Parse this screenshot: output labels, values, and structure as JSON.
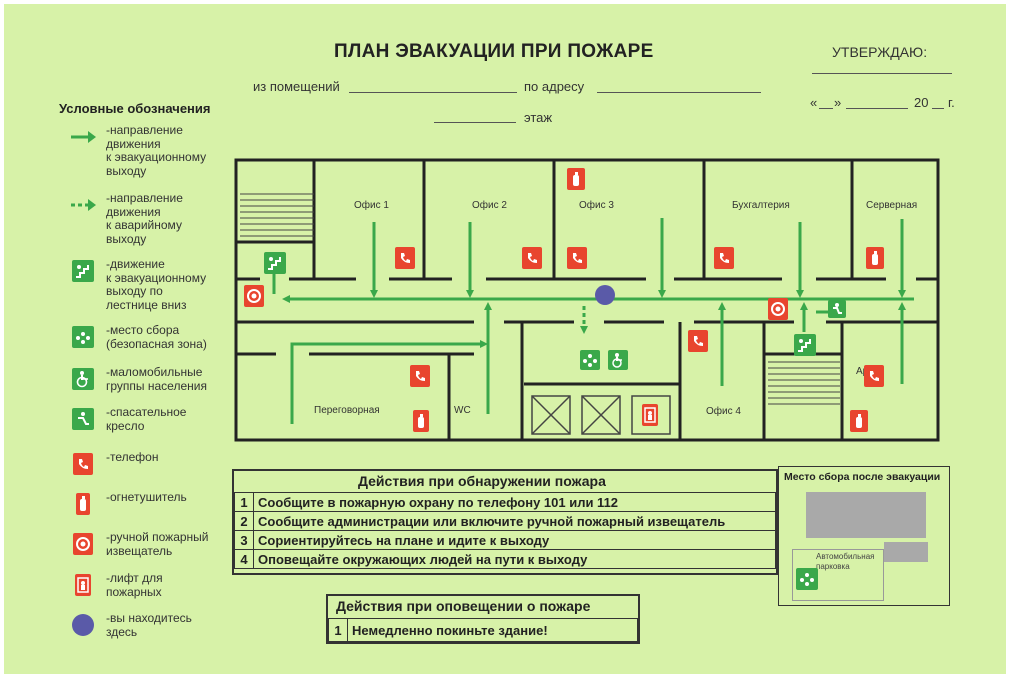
{
  "header": {
    "title": "ПЛАН ЭВАКУАЦИИ ПРИ ПОЖАРЕ",
    "from_rooms": "из помещений",
    "by_address": "по адресу",
    "floor": "этаж",
    "approve": "УТВЕРЖДАЮ:",
    "date_open": "«",
    "date_close": "»",
    "year": "20",
    "year_suffix": "г."
  },
  "legend": {
    "title": "Условные обозначения",
    "items": [
      {
        "icon": "green-arrow-icon",
        "text": "-направление\nдвижения\nк эвакуационному\nвыходу"
      },
      {
        "icon": "dashed-green-arrow-icon",
        "text": "-направление\nдвижения\nк аварийному\nвыходу"
      },
      {
        "icon": "stairs-down-icon",
        "text": "-движение\nк эвакуационному\nвыходу по\nлестнице вниз"
      },
      {
        "icon": "assembly-point-icon",
        "text": "-место сбора\n(безопасная зона)"
      },
      {
        "icon": "wheelchair-icon",
        "text": "-маломобильные\nгруппы населения"
      },
      {
        "icon": "rescue-chair-icon",
        "text": "-спасательное\nкресло"
      },
      {
        "icon": "phone-icon",
        "text": "-телефон"
      },
      {
        "icon": "extinguisher-icon",
        "text": "-огнетушитель"
      },
      {
        "icon": "fire-alarm-icon",
        "text": "-ручной пожарный\nизвещатель"
      },
      {
        "icon": "firefighter-lift-icon",
        "text": "-лифт для\nпожарных"
      },
      {
        "icon": "you-are-here-icon",
        "text": "-вы находитесь\nздесь"
      }
    ]
  },
  "rooms": {
    "office1": "Офис 1",
    "office2": "Офис 2",
    "office3": "Офис 3",
    "accounting": "Бухгалтерия",
    "server": "Серверная",
    "meeting": "Переговорная",
    "wc": "WC",
    "office4": "Офис 4",
    "archive": "Архив"
  },
  "fire_actions": {
    "title": "Действия при обнаружении пожара",
    "rows": [
      {
        "n": "1",
        "text": "Сообщите в пожарную охрану по телефону 101 или 112"
      },
      {
        "n": "2",
        "text": "Сообщите администрации или включите ручной пожарный извещатель"
      },
      {
        "n": "3",
        "text": "Сориентируйтесь на плане и идите к выходу"
      },
      {
        "n": "4",
        "text": "Оповещайте окружающих людей на пути к выходу"
      }
    ]
  },
  "alert_actions": {
    "title": "Действия при оповещении о пожаре",
    "rows": [
      {
        "n": "1",
        "text": "Немедленно покиньте здание!"
      }
    ]
  },
  "assembly": {
    "title": "Место сбора после эвакуации",
    "parking": "Автомобильная\nпарковка"
  },
  "colors": {
    "background": "#d7f2a8",
    "evac_green": "#3aa84a",
    "safety_red": "#e8452e",
    "you_are_here": "#5a5aa8",
    "wall": "#222222"
  }
}
